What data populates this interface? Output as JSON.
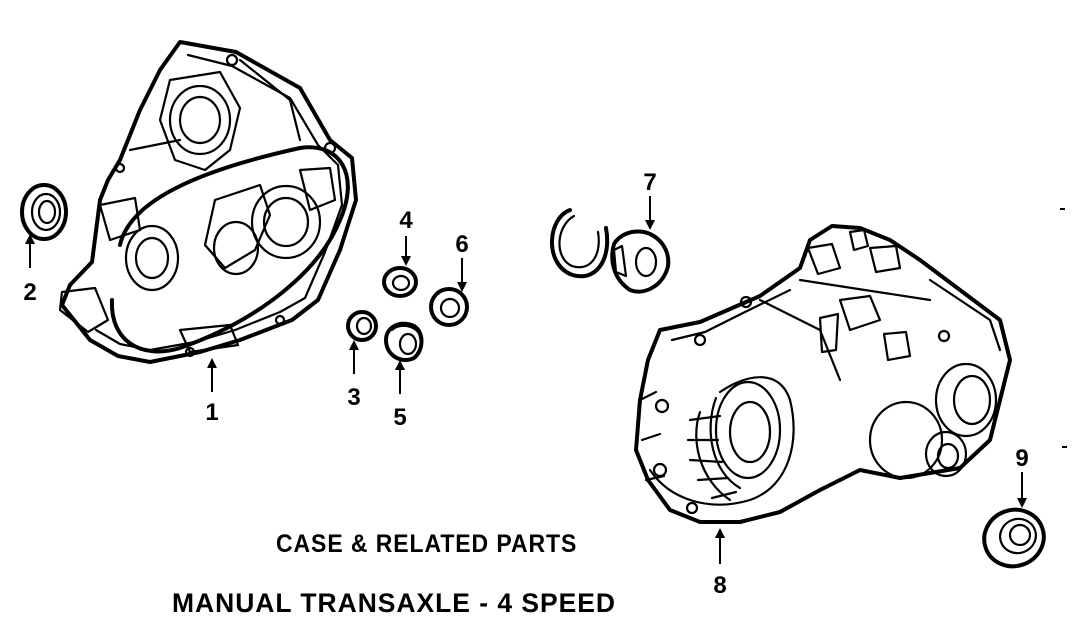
{
  "captions": {
    "title": "CASE & RELATED PARTS",
    "subtitle": "MANUAL TRANSAXLE - 4 SPEED"
  },
  "callouts": [
    {
      "id": "1",
      "label": "1"
    },
    {
      "id": "2",
      "label": "2"
    },
    {
      "id": "3",
      "label": "3"
    },
    {
      "id": "4",
      "label": "4"
    },
    {
      "id": "5",
      "label": "5"
    },
    {
      "id": "6",
      "label": "6"
    },
    {
      "id": "7",
      "label": "7"
    },
    {
      "id": "8",
      "label": "8"
    },
    {
      "id": "9",
      "label": "9"
    }
  ],
  "colors": {
    "ink": "#000000",
    "paper": "#ffffff"
  }
}
